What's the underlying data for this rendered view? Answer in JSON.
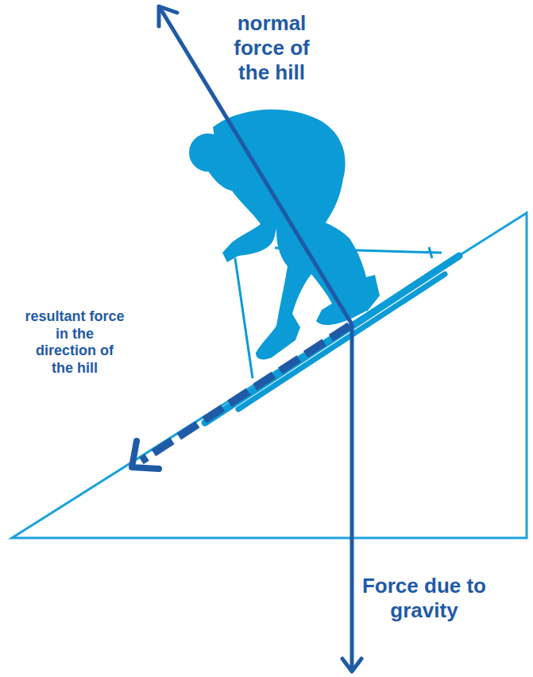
{
  "diagram": {
    "labels": [
      "normal force of the hill",
      "resultant force in the direction of the hill",
      "Force due to gravity"
    ]
  }
}
